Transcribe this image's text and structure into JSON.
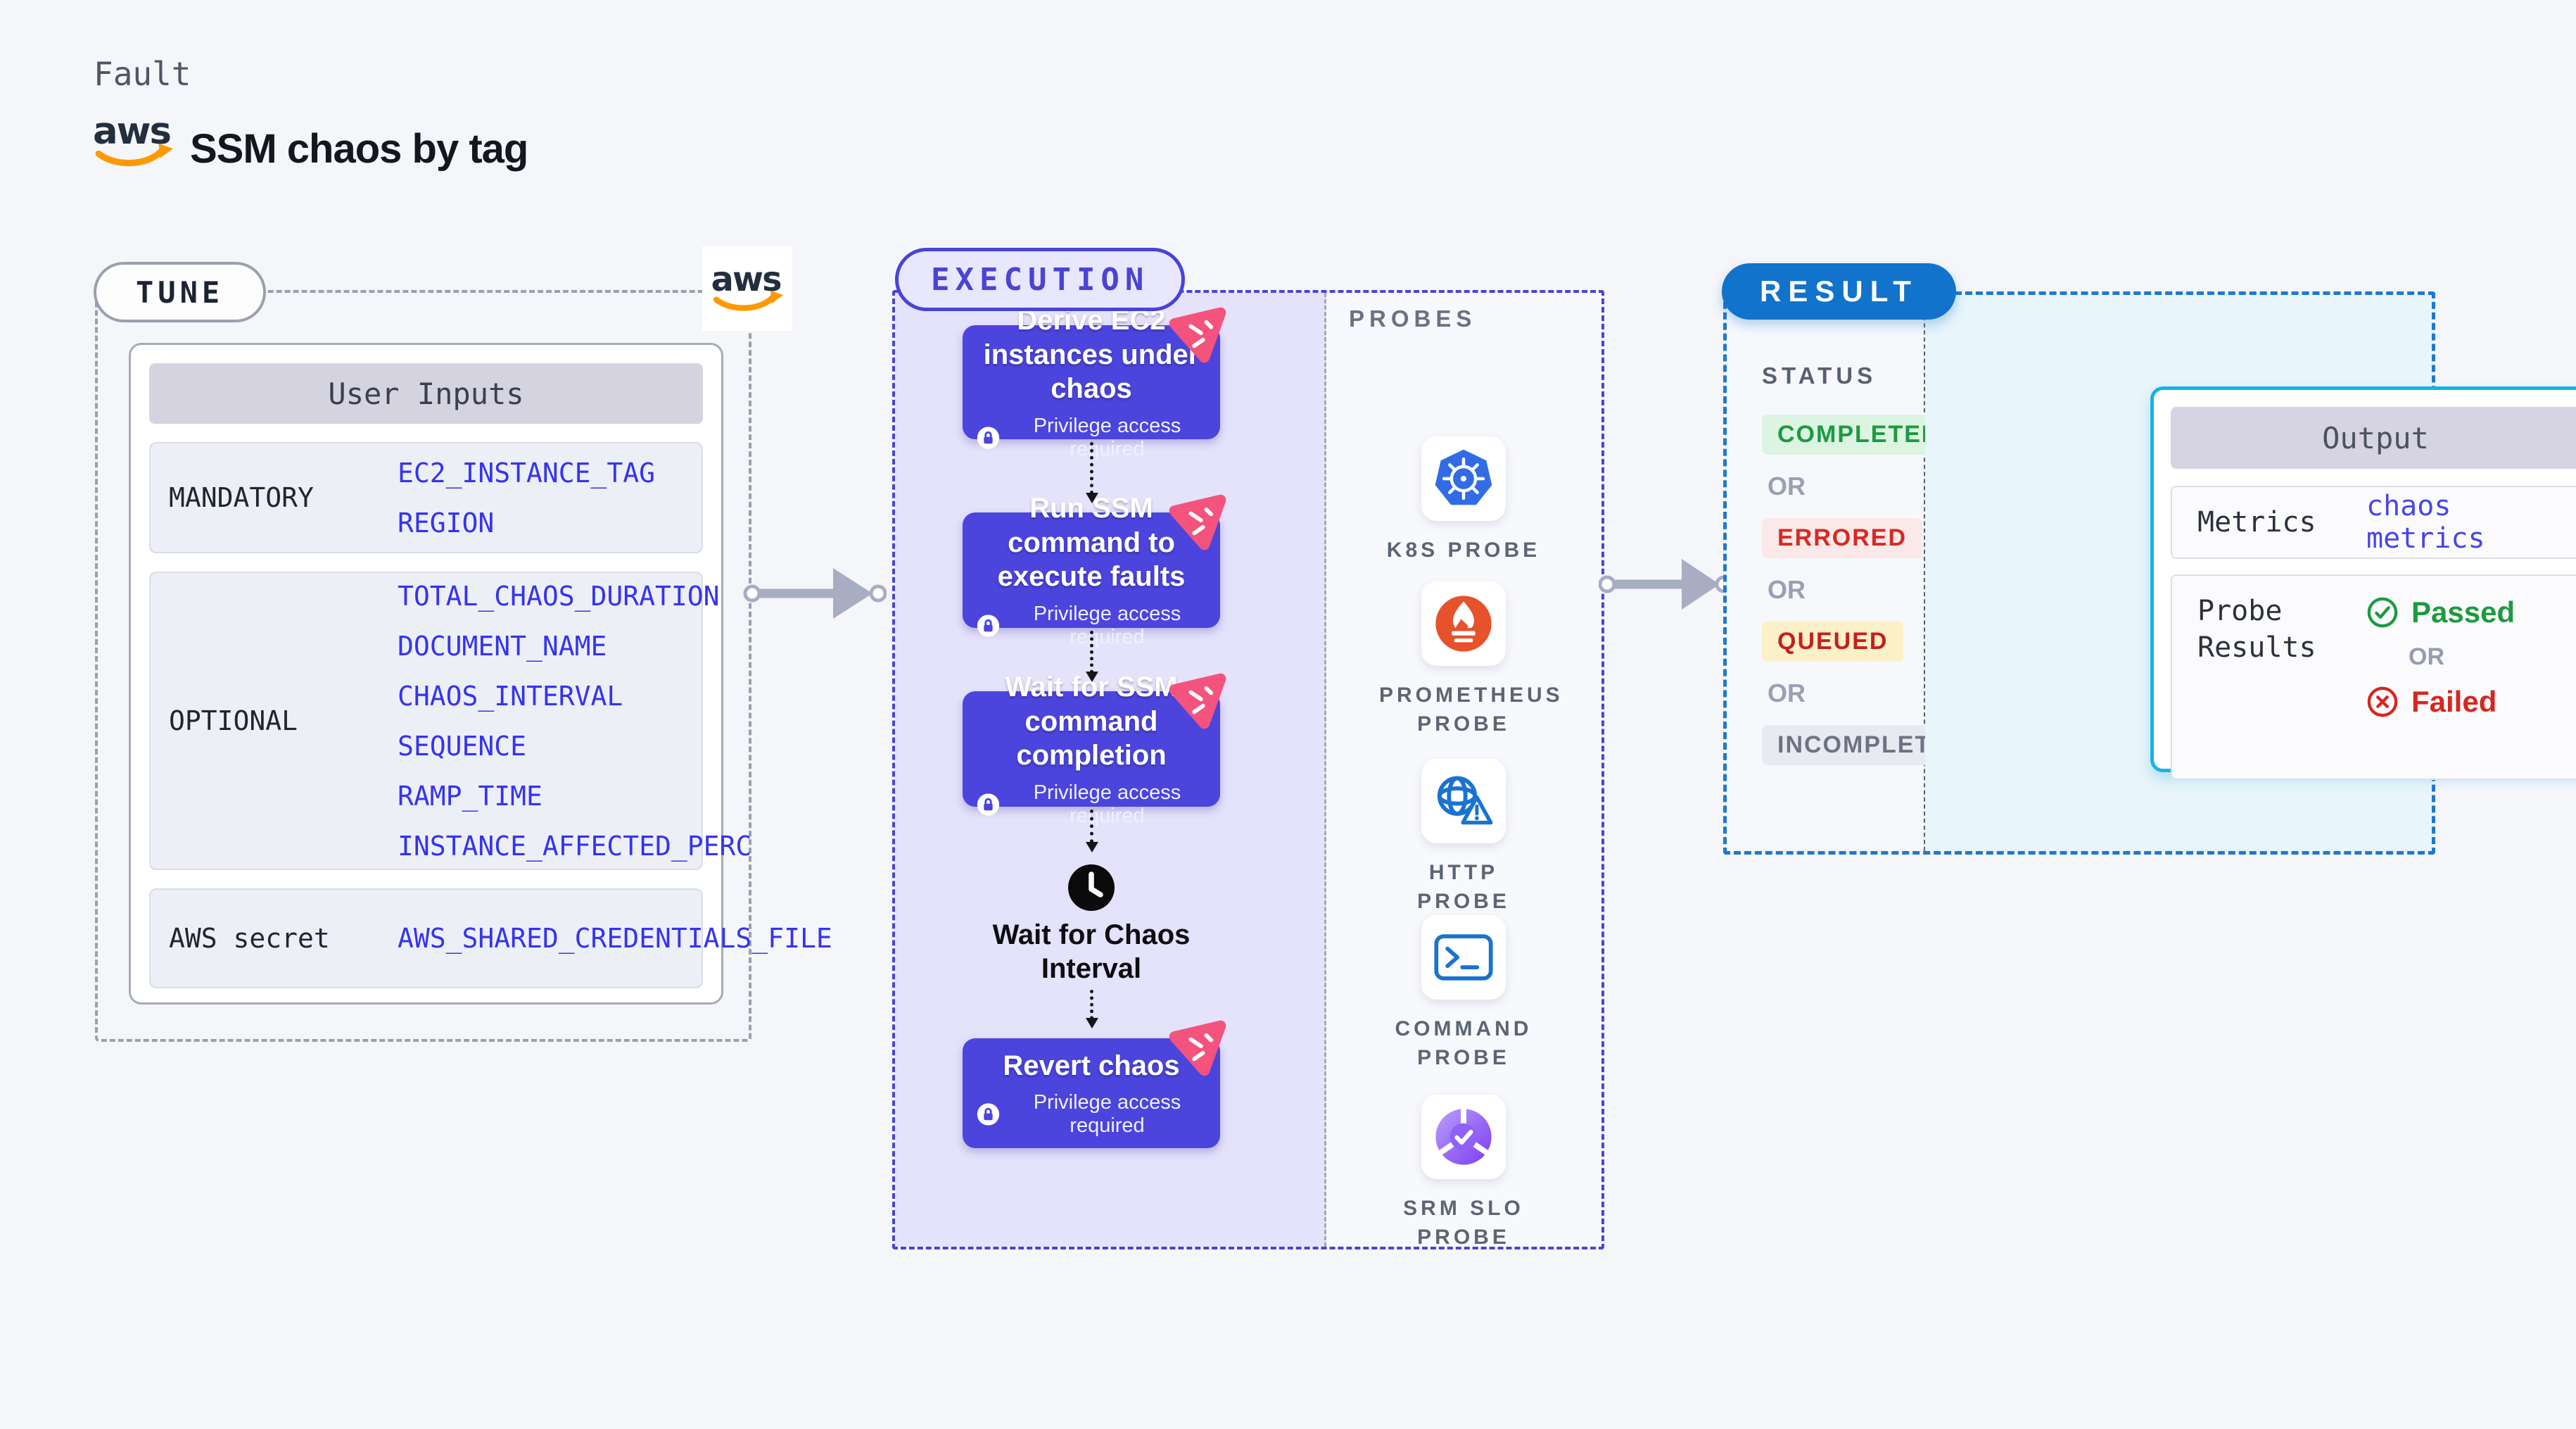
{
  "colors": {
    "page-bg": "#f5f6fa"
  },
  "header": {
    "kicker": "Fault",
    "title": "SSM chaos by tag"
  },
  "tune": {
    "pill": "TUNE",
    "table": {
      "title": "User Inputs",
      "rows": [
        {
          "label": "MANDATORY",
          "values": [
            "EC2_INSTANCE_TAG",
            "REGION"
          ]
        },
        {
          "label": "OPTIONAL",
          "values": [
            "TOTAL_CHAOS_DURATION",
            "DOCUMENT_NAME",
            "CHAOS_INTERVAL",
            "SEQUENCE",
            "RAMP_TIME",
            "INSTANCE_AFFECTED_PERC"
          ]
        },
        {
          "label": "AWS secret",
          "values": [
            "AWS_SHARED_CREDENTIALS_FILE"
          ]
        }
      ]
    }
  },
  "execution": {
    "pill": "EXECUTION",
    "privilege_badge": "Privilege access required",
    "steps": [
      {
        "title": "Derive EC2 instances under chaos"
      },
      {
        "title": "Run SSM command to execute faults"
      },
      {
        "title": "Wait for SSM command completion"
      }
    ],
    "wait_step": "Wait for Chaos Interval",
    "revert_step": "Revert chaos"
  },
  "probes": {
    "heading": "PROBES",
    "items": [
      {
        "label": "K8S PROBE",
        "icon": "kubernetes-icon"
      },
      {
        "label": "PROMETHEUS PROBE",
        "icon": "prometheus-icon"
      },
      {
        "label": "HTTP PROBE",
        "icon": "http-globe-icon"
      },
      {
        "label": "COMMAND PROBE",
        "icon": "command-terminal-icon"
      },
      {
        "label": "SRM SLO PROBE",
        "icon": "srm-slo-icon"
      }
    ]
  },
  "result": {
    "pill": "RESULT",
    "status_heading": "STATUS",
    "or_label": "OR",
    "statuses": [
      {
        "text": "COMPLETED",
        "kind": "green"
      },
      {
        "text": "ERRORED",
        "kind": "red"
      },
      {
        "text": "QUEUED",
        "kind": "amber"
      },
      {
        "text": "INCOMPLETED",
        "kind": "gray"
      }
    ],
    "output": {
      "title": "Output",
      "metrics_label": "Metrics",
      "metrics_value": "chaos metrics",
      "probe_results_label": "Probe Results",
      "passed": "Passed",
      "or_label": "OR",
      "failed": "Failed"
    }
  }
}
